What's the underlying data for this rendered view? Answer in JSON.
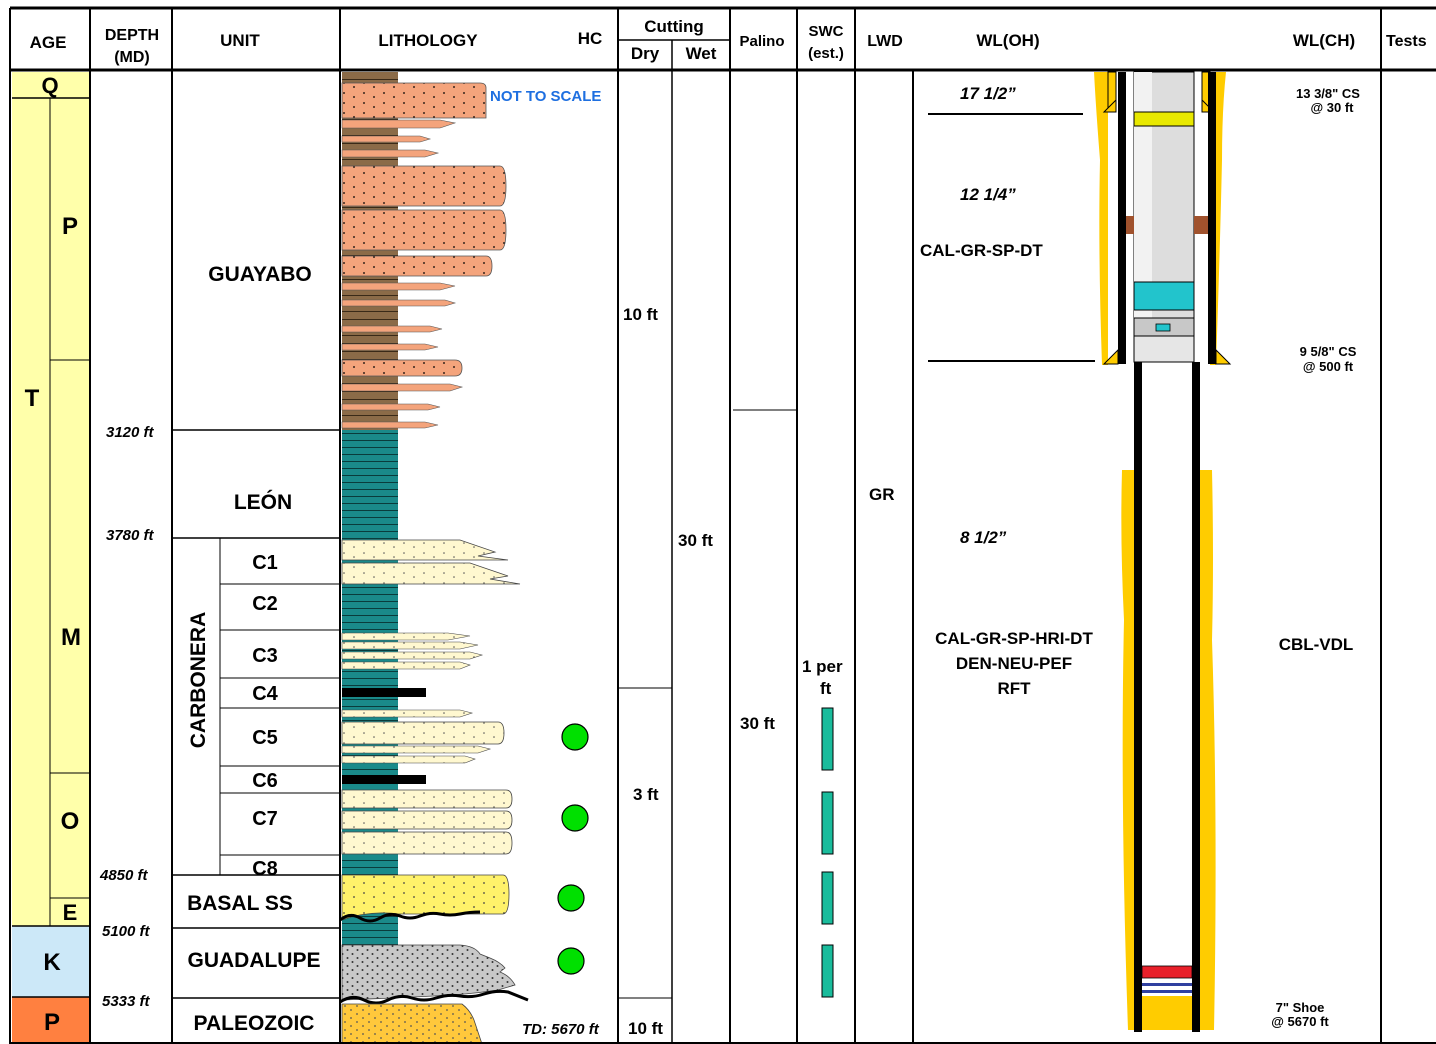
{
  "headers": {
    "age": "AGE",
    "depth_line1": "DEPTH",
    "depth_line2": "(MD)",
    "unit": "UNIT",
    "lithology": "LITHOLOGY",
    "hc": "HC",
    "cutting": "Cutting",
    "dry": "Dry",
    "wet": "Wet",
    "palino": "Palino",
    "swc_line1": "SWC",
    "swc_line2": "(est.)",
    "lwd": "LWD",
    "wl_oh": "WL(OH)",
    "wl_ch": "WL(CH)",
    "tests": "Tests"
  },
  "ages": {
    "era_q": "Q",
    "era_t": "T",
    "era_k": "K",
    "era_p": "P",
    "epoch_p": "P",
    "epoch_m": "M",
    "epoch_o": "O",
    "epoch_e": "E"
  },
  "depths": [
    "3120 ft",
    "3780 ft",
    "4850 ft",
    "5100 ft",
    "5333 ft"
  ],
  "units": {
    "guayabo": "GUAYABO",
    "leon": "LEÓN",
    "carbonera": "CARBONERA",
    "members": [
      "C1",
      "C2",
      "C3",
      "C4",
      "C5",
      "C6",
      "C7",
      "C8"
    ],
    "basal": "BASAL SS",
    "guadalupe": "GUADALUPE",
    "paleozoic": "PALEOZOIC"
  },
  "notes": {
    "not_to_scale": "NOT TO SCALE",
    "td": "TD: 5670 ft"
  },
  "cutting": {
    "dry": [
      "10 ft",
      "3 ft",
      "10 ft"
    ],
    "wet": [
      "30 ft"
    ]
  },
  "palino": "30 ft",
  "swc": {
    "line1": "1 per",
    "line2": "ft"
  },
  "lwd": "GR",
  "wl_oh": {
    "hole1": "17 1/2”",
    "hole2": "12 1/4”",
    "log1": "CAL-GR-SP-DT",
    "hole3": "8 1/2”",
    "log2_line1": "CAL-GR-SP-HRI-DT",
    "log2_line2": "DEN-NEU-PEF",
    "log2_line3": "RFT"
  },
  "wl_ch": {
    "cs1_line1": "13 3/8\" CS",
    "cs1_line2": "@ 30 ft",
    "cs2_line1": "9 5/8\" CS",
    "cs2_line2": "@ 500 ft",
    "log": "CBL-VDL",
    "shoe_line1": "7\" Shoe",
    "shoe_line2": "@ 5670 ft"
  },
  "colors": {
    "age_yellow": "#FFFFAA",
    "cretaceous": "#CCE8F8",
    "paleozoic": "#FF8040",
    "sand_orange": "#F4A47C",
    "shale_brown": "#8B6B48",
    "shale_teal": "#1A8A8A",
    "cream_sand": "#FFF8D0",
    "basal_sand": "#FFF26A",
    "gray_sand": "#C8C8C8",
    "paleo_sand": "#FFC83C",
    "hc_green": "#00E000",
    "cement": "#FFCC00",
    "note_blue": "#1E6FE0"
  }
}
